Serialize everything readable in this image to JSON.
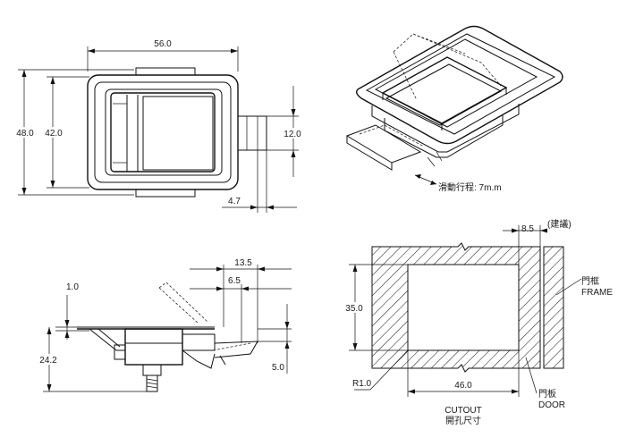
{
  "front_view": {
    "width_dim": "56.0",
    "outer_height_dim": "48.0",
    "inner_height_dim": "42.0",
    "tab_height_dim": "12.0",
    "tab_offset_dim": "4.7"
  },
  "iso_view": {
    "travel_label": "滑動行程: 7m.m"
  },
  "side_view": {
    "thickness_dim": "1.0",
    "height_dim": "24.2",
    "top_dim": "13.5",
    "inner_dim": "6.5",
    "bottom_dim": "5.0"
  },
  "cutout_view": {
    "gap_dim": "8.5",
    "suggest_label": "(建議)",
    "frame_label_cn": "門框",
    "frame_label_en": "FRAME",
    "height_dim": "35.0",
    "radius_label": "R1.0",
    "width_dim": "46.0",
    "door_label_cn": "門板",
    "door_label_en": "DOOR",
    "cutout_label_en": "CUTOUT",
    "cutout_label_cn": "開孔尺寸"
  }
}
